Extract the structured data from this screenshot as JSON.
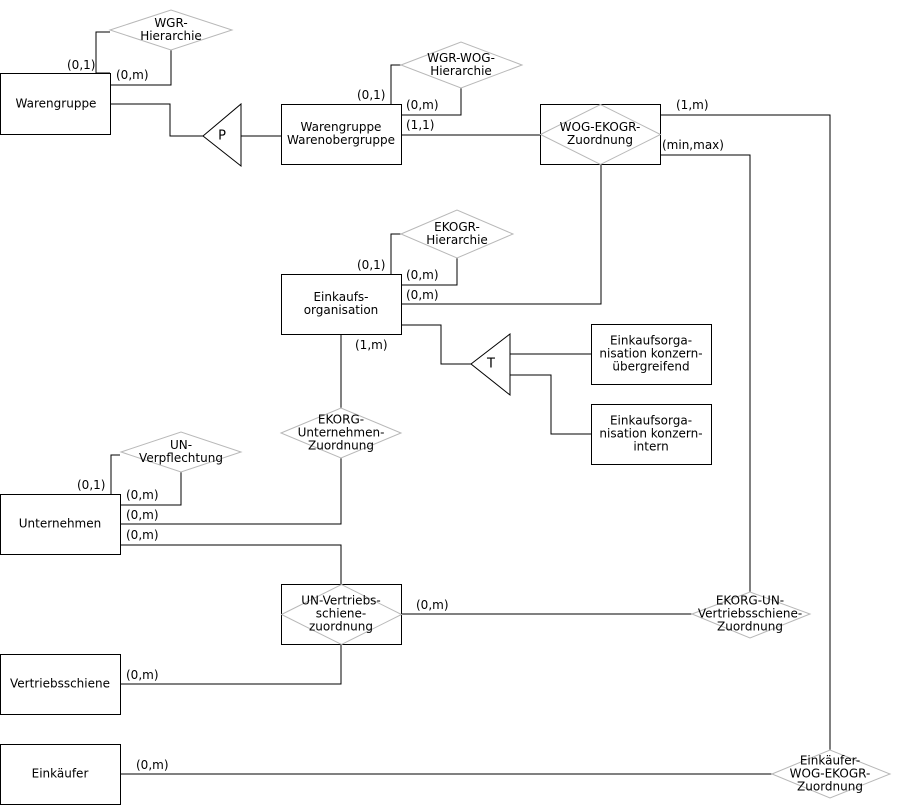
{
  "entities": {
    "warengruppe": "Warengruppe",
    "warenobergruppe": [
      "Warengruppe",
      "Warenobergruppe"
    ],
    "einkaufsorganisation": [
      "Einkaufs-",
      "organisation"
    ],
    "eko_uebergreifend": [
      "Einkaufsorga-",
      "nisation konzern-",
      "übergreifend"
    ],
    "eko_intern": [
      "Einkaufsorga-",
      "nisation konzern-",
      "intern"
    ],
    "unternehmen": "Unternehmen",
    "vertriebsschiene": "Vertriebsschiene",
    "einkaeufer": "Einkäufer"
  },
  "relationships": {
    "wgr_hierarchie": [
      "WGR-",
      "Hierarchie"
    ],
    "wgr_wog_hierarchie": [
      "WGR-WOG-",
      "Hierarchie"
    ],
    "wog_ekogr_zuordnung": [
      "WOG-EKOGR-",
      "Zuordnung"
    ],
    "ekogr_hierarchie": [
      "EKOGR-",
      "Hierarchie"
    ],
    "ekorg_unternehmen_zuordnung": [
      "EKORG-",
      "Unternehmen-",
      "Zuordnung"
    ],
    "un_verpflechtung": [
      "UN-",
      "Verpflechtung"
    ],
    "un_vertriebsschiene_zuordnung": [
      "UN-Vertriebs-",
      "schiene-",
      "zuordnung"
    ],
    "ekorg_un_vertriebsschiene_zuordnung": [
      "EKORG-UN-",
      "Vertriebsschiene-",
      "Zuordnung"
    ],
    "einkaeufer_wog_ekogr_zuordnung": [
      "Einkäufer-",
      "WOG-EKOGR-",
      "Zuordnung"
    ]
  },
  "generalizations": {
    "p": "P",
    "t": "T"
  },
  "cardinalities": {
    "wg_hier_01": "(0,1)",
    "wg_hier_0m": "(0,m)",
    "wog_hier_01": "(0,1)",
    "wog_hier_0m": "(0,m)",
    "wog_ekogr_11": "(1,1)",
    "wog_ekogr_1m": "(1,m)",
    "wog_ekogr_minmax": "(min,max)",
    "ekogr_hier_01": "(0,1)",
    "ekogr_hier_0m": "(0,m)",
    "ekorg_wog_0m": "(0,m)",
    "ekorg_un_1m": "(1,m)",
    "un_hier_01": "(0,1)",
    "un_hier_0m": "(0,m)",
    "un_ekorg_0m": "(0,m)",
    "un_vs_0m": "(0,m)",
    "vs_zuord_0m": "(0,m)",
    "unvs_ekorg_0m": "(0,m)",
    "einkaeufer_0m": "(0,m)"
  }
}
